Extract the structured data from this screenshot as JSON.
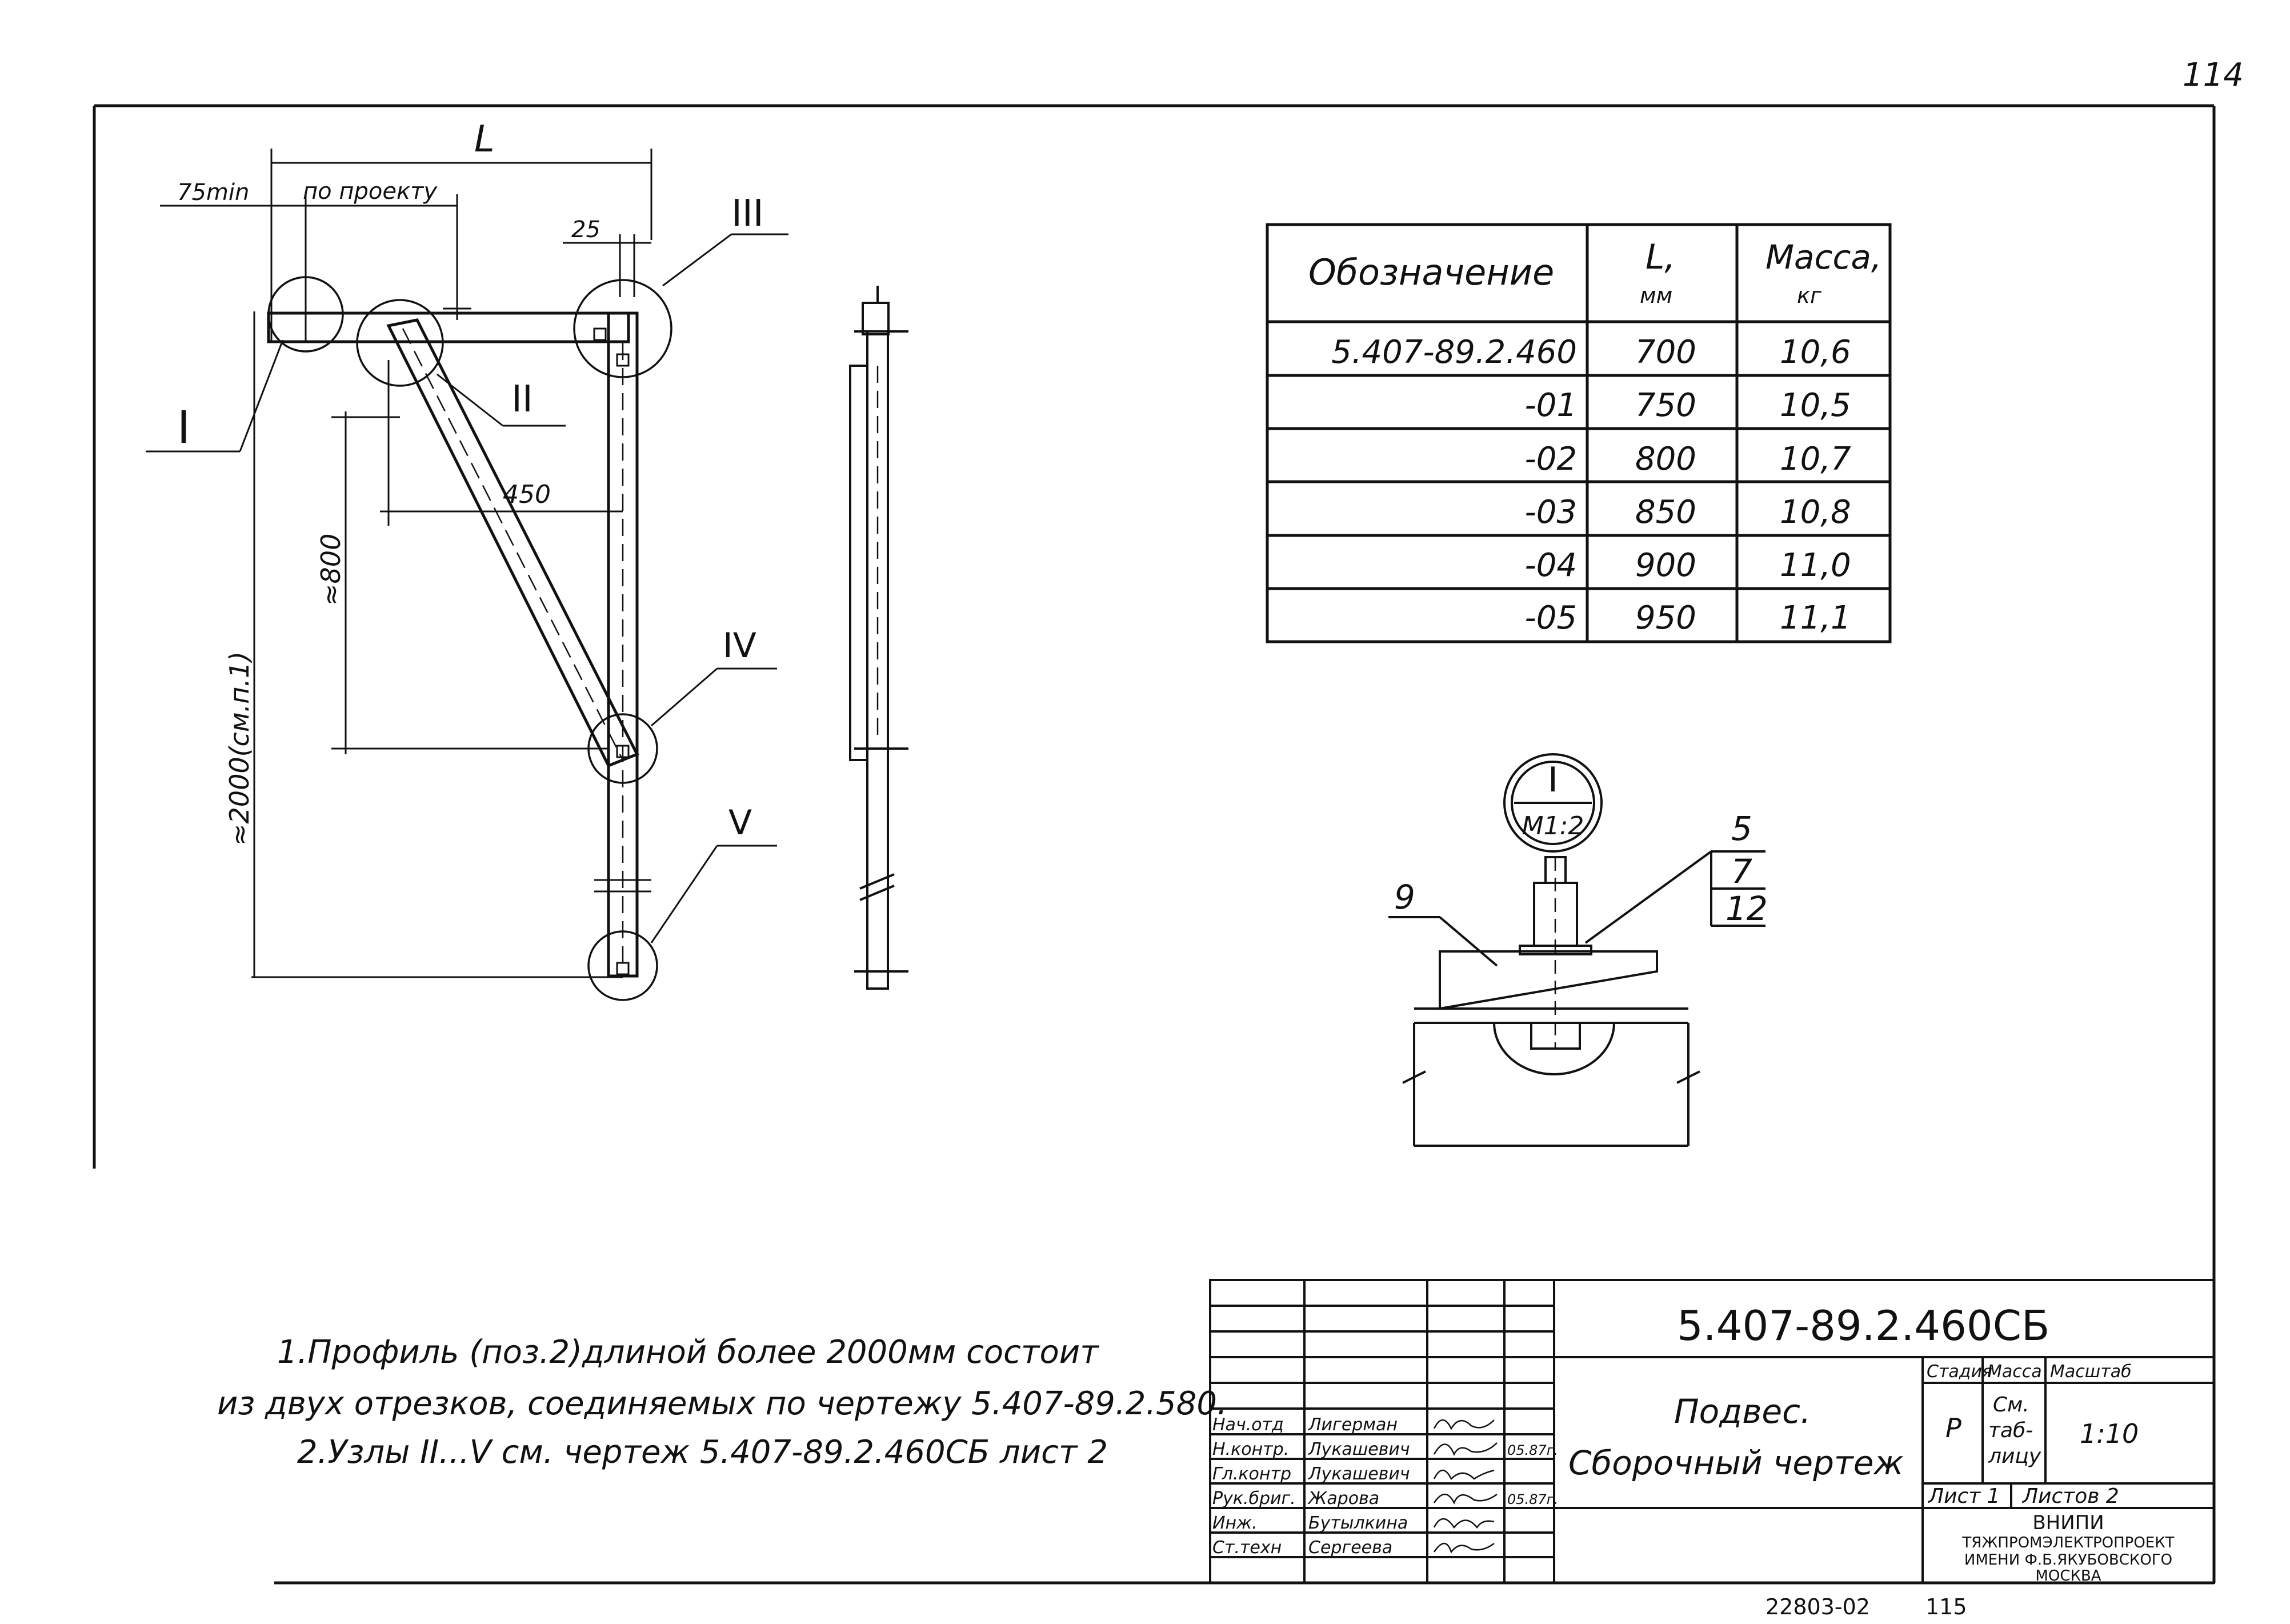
{
  "sheet_number": "114",
  "drawing": {
    "dim_L": "L",
    "dim_75min": "75min",
    "dim_po_proektu": "по проекту",
    "dim_25": "25",
    "dim_450": "450",
    "dim_800": "≈800",
    "dim_2000": "≈2000(см.п.1)",
    "node_1": "I",
    "node_2": "II",
    "node_3": "III",
    "node_4": "IV",
    "node_5": "V"
  },
  "detail": {
    "callout_top": "I",
    "callout_bottom": "М1:2",
    "pos_9": "9",
    "pos_5": "5",
    "pos_7": "7",
    "pos_12": "12"
  },
  "spec_table": {
    "headers": [
      "Обозначение",
      "L,",
      "мм",
      "Масса,",
      "кг"
    ],
    "rows": [
      [
        "5.407-89.2.460",
        "700",
        "10,6"
      ],
      [
        "-01",
        "750",
        "10,5"
      ],
      [
        "-02",
        "800",
        "10,7"
      ],
      [
        "-03",
        "850",
        "10,8"
      ],
      [
        "-04",
        "900",
        "11,0"
      ],
      [
        "-05",
        "950",
        "11,1"
      ]
    ]
  },
  "notes": [
    "1.Профиль (поз.2)длиной более 2000мм состоит",
    "из двух отрезков, соединяемых по чертежу 5.407-89.2.580.",
    "2.Узлы II...V см. чертеж 5.407-89.2.460СБ лист 2"
  ],
  "title_block": {
    "code": "5.407-89.2.460СБ",
    "title_line1": "Подвес.",
    "title_line2": "Сборочный чертеж",
    "col_stage": "Стадия",
    "col_mass": "Масса",
    "col_scale": "Масштаб",
    "stage": "Р",
    "mass_1": "См.",
    "mass_2": "таб-",
    "mass_3": "лицу",
    "scale": "1:10",
    "sheet": "Лист 1",
    "sheets": "Листов 2",
    "org_1": "ВНИПИ",
    "org_2": "ТЯЖПРОМЭЛЕКТРОПРОЕКТ",
    "org_3": "ИМЕНИ Ф.Б.ЯКУБОВСКОГО",
    "org_4": "МОСКВА",
    "staff": [
      {
        "role": "Нач.отд",
        "name": "Лигерман",
        "date": ""
      },
      {
        "role": "Н.контр.",
        "name": "Лукашевич",
        "date": "05.87г."
      },
      {
        "role": "Гл.контр",
        "name": "Лукашевич",
        "date": ""
      },
      {
        "role": "Рук.бриг.",
        "name": "Жарова",
        "date": "05.87г."
      },
      {
        "role": "Инж.",
        "name": "Бутылкина",
        "date": ""
      },
      {
        "role": "Ст.техн",
        "name": "Сергеева",
        "date": ""
      }
    ]
  },
  "footer": {
    "archive_no": "22803-02",
    "page_no": "115"
  }
}
